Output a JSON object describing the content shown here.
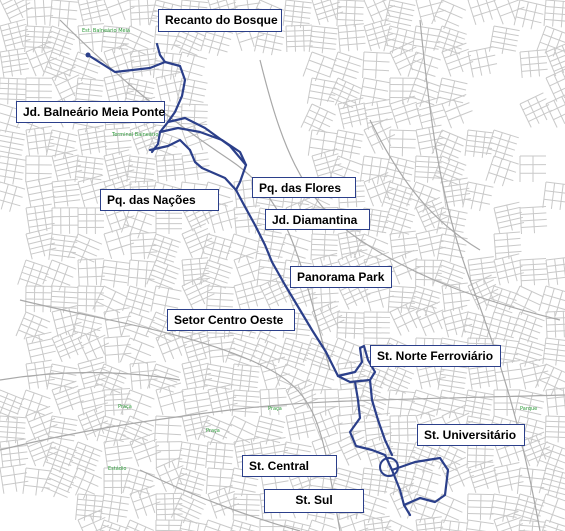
{
  "map": {
    "route_color": "#2b3f8a",
    "street_color": "#c9c9c9",
    "labels": [
      {
        "id": "recanto-do-bosque",
        "text": "Recanto do Bosque"
      },
      {
        "id": "jd-balneario-meia-ponte",
        "text": "Jd. Balneário Meia Ponte"
      },
      {
        "id": "pq-das-flores",
        "text": "Pq. das Flores"
      },
      {
        "id": "pq-das-nacoes",
        "text": "Pq. das Nações"
      },
      {
        "id": "jd-diamantina",
        "text": "Jd. Diamantina"
      },
      {
        "id": "panorama-park",
        "text": "Panorama Park"
      },
      {
        "id": "setor-centro-oeste",
        "text": "Setor Centro Oeste"
      },
      {
        "id": "st-norte-ferroviario",
        "text": "St. Norte Ferroviário"
      },
      {
        "id": "st-universitario",
        "text": "St. Universitário"
      },
      {
        "id": "st-central",
        "text": "St. Central"
      },
      {
        "id": "st-sul",
        "text": "St. Sul"
      }
    ]
  }
}
